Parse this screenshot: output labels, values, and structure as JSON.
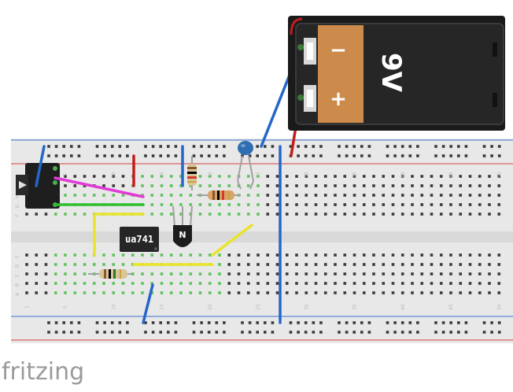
{
  "ic": {
    "label": "ua741"
  },
  "transistor": {
    "label": "N"
  },
  "battery": {
    "voltage": "9V",
    "minus_sign": "−",
    "plus_sign": "+"
  },
  "breadboard": {
    "column_labels_top": [
      "1",
      "5",
      "10",
      "15",
      "20",
      "25",
      "30",
      "35",
      "40",
      "45",
      "50"
    ],
    "column_labels_bottom": [
      "1",
      "5",
      "10",
      "15",
      "20",
      "25",
      "30",
      "35",
      "40",
      "45",
      "50"
    ],
    "row_labels_upper": [
      "J",
      "I",
      "H",
      "G",
      "F"
    ],
    "row_labels_lower": [
      "E",
      "D",
      "C",
      "B",
      "A"
    ]
  },
  "brand": {
    "logo_text": "fritzing"
  },
  "colors": {
    "board": "#e8e8e8",
    "rail_red": "#d6413f",
    "rail_blue": "#3c6fd2",
    "wire_blue": "#2566c8",
    "wire_red": "#c21d1d",
    "wire_yellow": "#e8e42c",
    "wire_green": "#2fbf2f",
    "wire_magenta": "#e23ad6",
    "battery_body": "#cd8b4b",
    "battery_case": "#1a1a1a",
    "hole_active": "#5cc35c",
    "hole_idle": "#3a3a3a"
  }
}
